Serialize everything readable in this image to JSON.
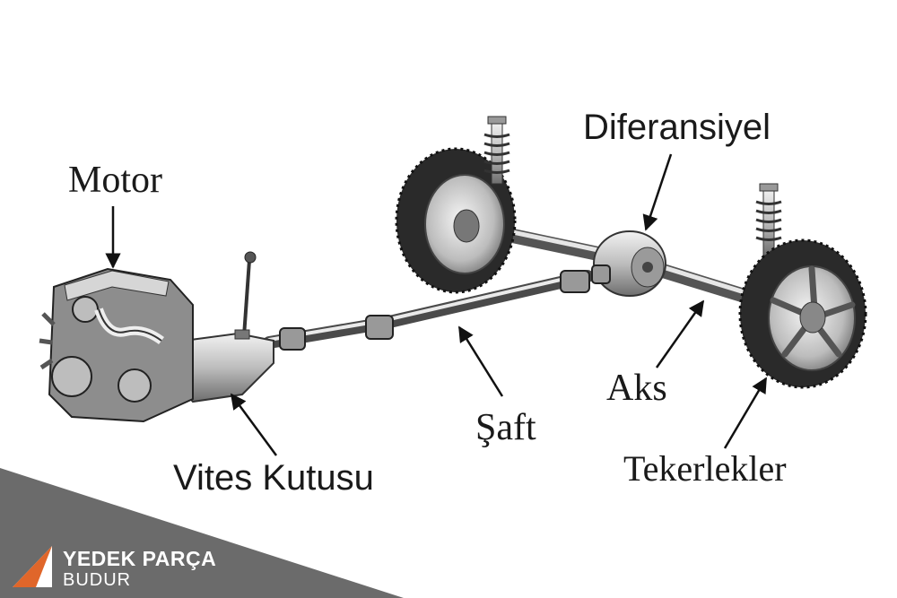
{
  "labels": {
    "motor": "Motor",
    "vites_kutusu": "Vites Kutusu",
    "saft": "Şaft",
    "diferansiyel": "Diferansiyel",
    "aks": "Aks",
    "tekerlekler": "Tekerlekler"
  },
  "brand": {
    "name": "YEDEK PARÇA",
    "subname": "BUDUR"
  },
  "colors": {
    "brand_band": "#6b6b6b",
    "logo_accent": "#e0662a",
    "ink": "#1a1a1a"
  },
  "icons": [
    "engine-illustration",
    "gearbox-illustration",
    "drive-shaft-illustration",
    "differential-illustration",
    "wheel-illustration",
    "shock-absorber-illustration",
    "brand-logo-icon"
  ]
}
